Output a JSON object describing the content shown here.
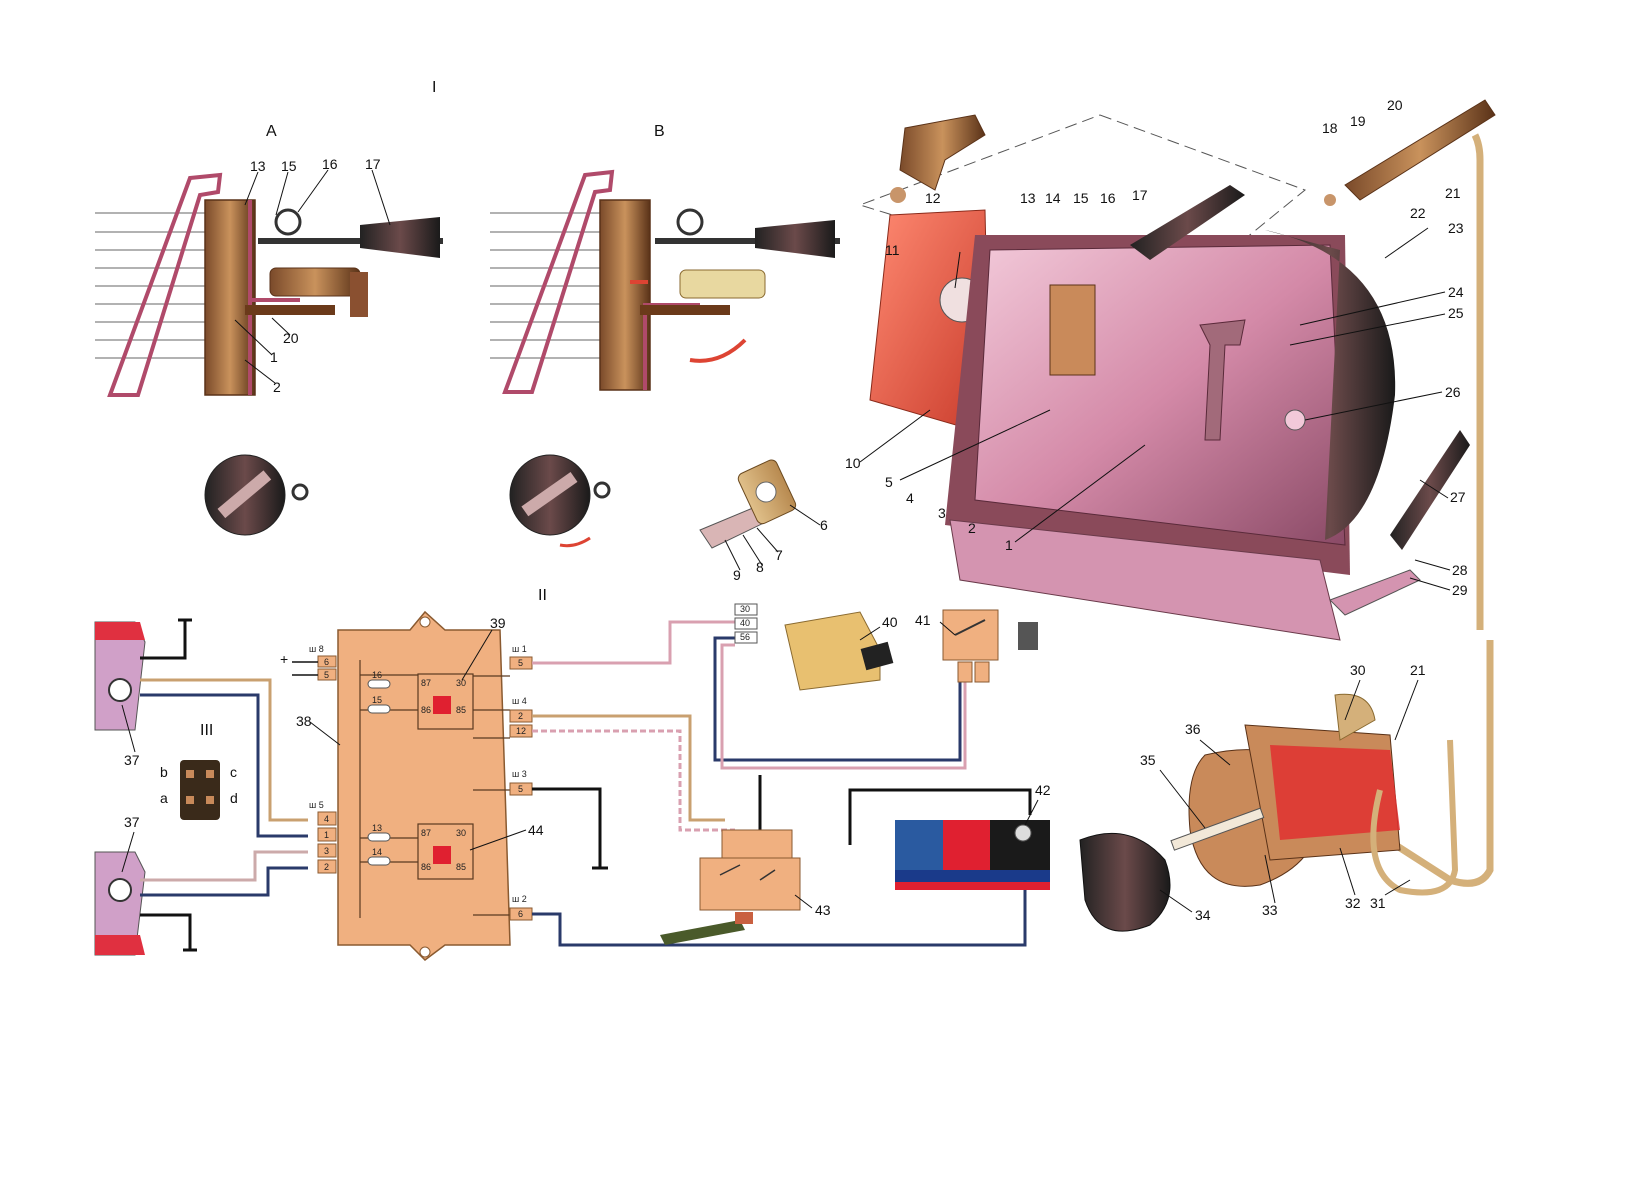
{
  "section_labels": {
    "s1": "I",
    "a": "A",
    "b": "B",
    "s2": "II",
    "s3": "III"
  },
  "callouts_a": [
    "13",
    "15",
    "16",
    "17",
    "20",
    "1",
    "2"
  ],
  "callouts_b": [
    "6",
    "7",
    "8",
    "9"
  ],
  "callouts_headlamp": [
    "12",
    "11",
    "13",
    "14",
    "15",
    "16",
    "17",
    "18",
    "19",
    "20",
    "21",
    "22",
    "23",
    "24",
    "25",
    "26",
    "27",
    "28",
    "29",
    "10",
    "5",
    "4",
    "3",
    "2",
    "1"
  ],
  "callouts_wiring": [
    "37",
    "37",
    "38",
    "39",
    "40",
    "41",
    "42",
    "43",
    "44"
  ],
  "callouts_motor": [
    "30",
    "21",
    "36",
    "35",
    "34",
    "33",
    "32",
    "31"
  ],
  "connector_pins": {
    "b": "b",
    "c": "c",
    "a": "a",
    "d": "d"
  },
  "block_ports": {
    "sh8": "ш 8",
    "sh1": "ш 1",
    "sh4": "ш 4",
    "sh3": "ш 3",
    "sh5": "ш 5",
    "sh2": "ш 2",
    "p6": "6",
    "p5a": "5",
    "p5b": "5",
    "p2": "2",
    "p12": "12",
    "p5c": "5",
    "p4": "4",
    "p1": "1",
    "p3": "3",
    "p2b": "2",
    "p6b": "6",
    "f16a": "16",
    "f15": "15",
    "f13": "13",
    "f14": "14",
    "r87a": "87",
    "r30a": "30",
    "r86a": "86",
    "r85a": "85",
    "r87b": "87",
    "r30b": "30",
    "r86b": "86",
    "r85b": "85",
    "plus": "+"
  },
  "switch_pins": {
    "t30": "30",
    "t40": "40",
    "t56": "56"
  }
}
